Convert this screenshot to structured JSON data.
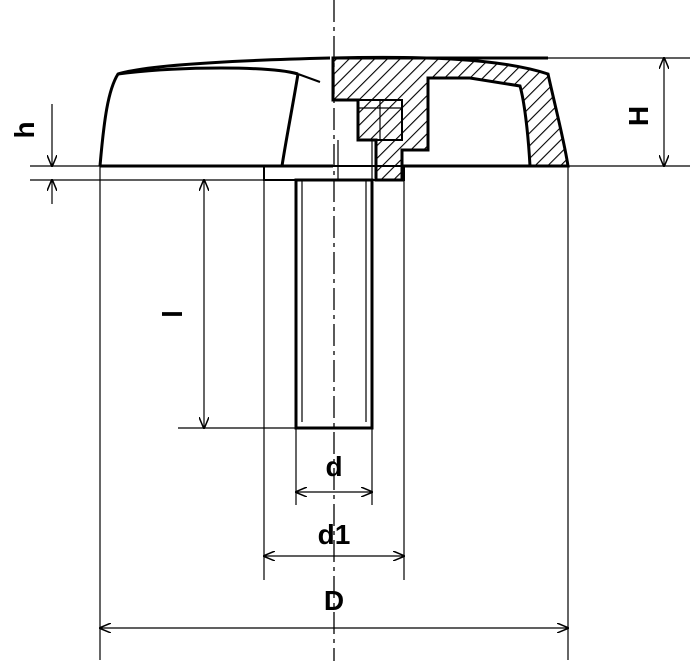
{
  "labels": {
    "h": "h",
    "H": "H",
    "l": "l",
    "d": "d",
    "d1": "d1",
    "D": "D"
  },
  "colors": {
    "stroke": "#000000",
    "background": "#ffffff"
  }
}
